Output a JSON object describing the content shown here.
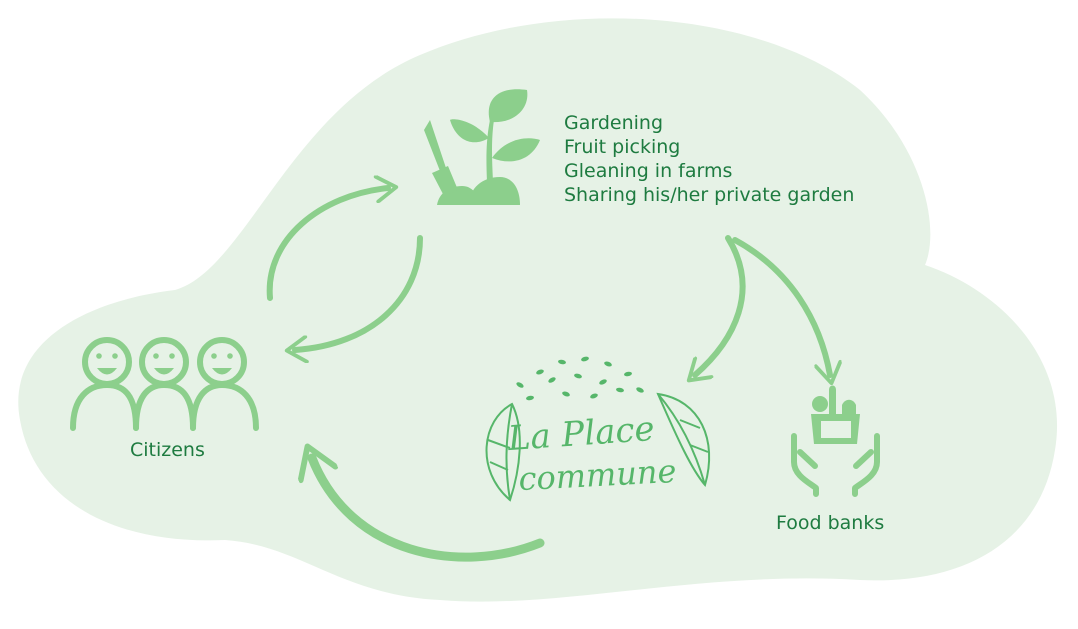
{
  "activities": [
    "Gardening",
    "Fruit picking",
    "Gleaning in farms",
    "Sharing his/her private garden"
  ],
  "citizens_label": "Citizens",
  "food_banks_label": "Food banks",
  "logo": {
    "line1": "La Place",
    "line2": "commune"
  },
  "colors": {
    "blob": "#e6f2e6",
    "icon_green": "#8ccf8c",
    "text_green": "#1e7b40",
    "logo_green": "#56b66a"
  },
  "icons": [
    "garden-plant-icon",
    "citizens-icon",
    "food-box-hands-icon",
    "arrow-icon"
  ]
}
